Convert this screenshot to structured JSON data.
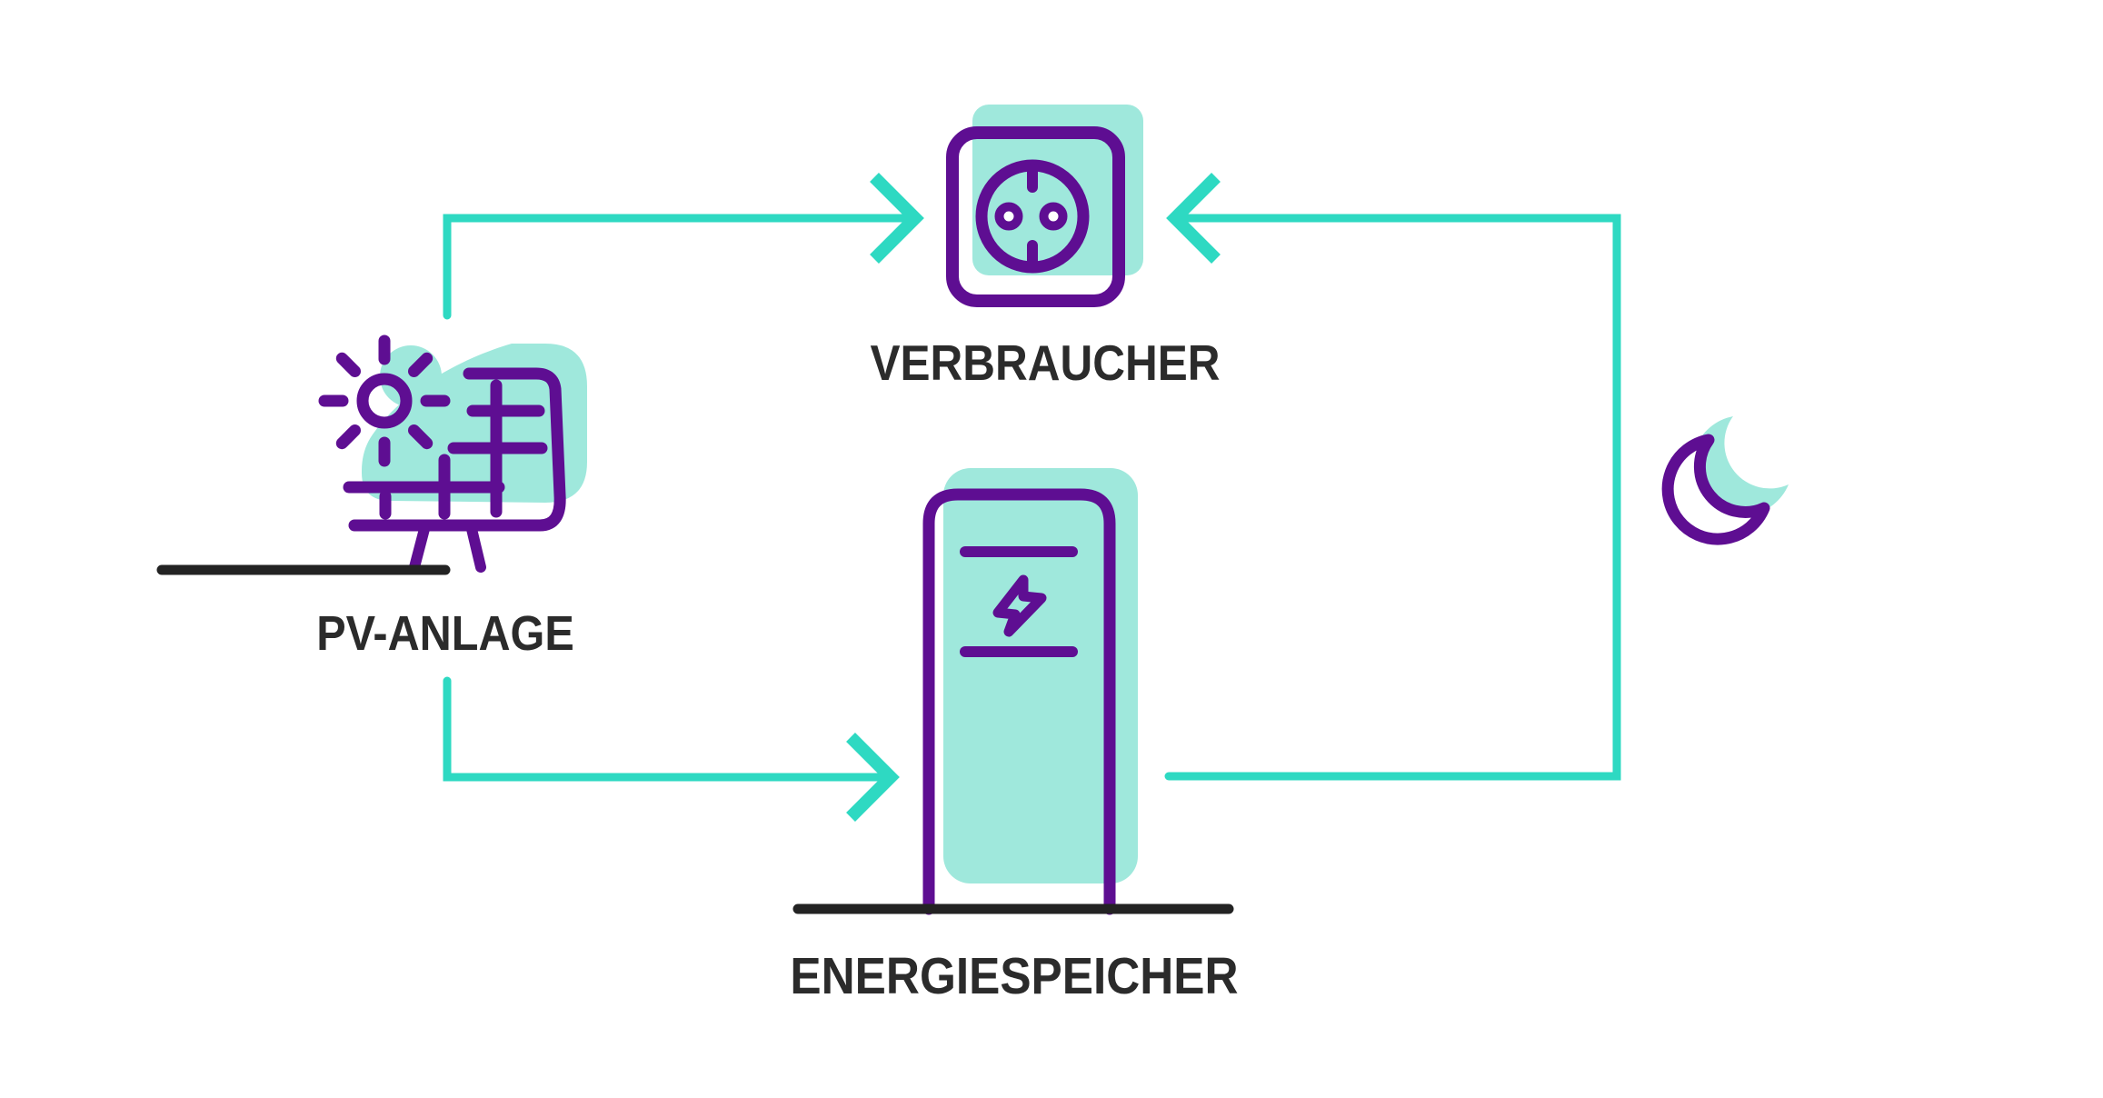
{
  "colors": {
    "purple": "#5E0E92",
    "teal-line": "#2ED9C2",
    "teal-fill": "#9FE8DC",
    "ink": "#232323",
    "text": "#2B2B2B",
    "background": "#FFFFFF"
  },
  "diagram": {
    "nodes": [
      {
        "id": "pv",
        "label": "PV-ANLAGE",
        "icon": "solar-panel-icon"
      },
      {
        "id": "verbraucher",
        "label": "VERBRAUCHER",
        "icon": "power-socket-icon"
      },
      {
        "id": "energiespeicher",
        "label": "ENERGIESPEICHER",
        "icon": "battery-storage-icon"
      }
    ],
    "decorations": [
      {
        "id": "night",
        "icon": "moon-icon"
      }
    ],
    "flows": [
      {
        "from": "PV-ANLAGE",
        "to": "VERBRAUCHER"
      },
      {
        "from": "PV-ANLAGE",
        "to": "ENERGIESPEICHER"
      },
      {
        "from": "ENERGIESPEICHER",
        "to": "VERBRAUCHER"
      }
    ]
  }
}
